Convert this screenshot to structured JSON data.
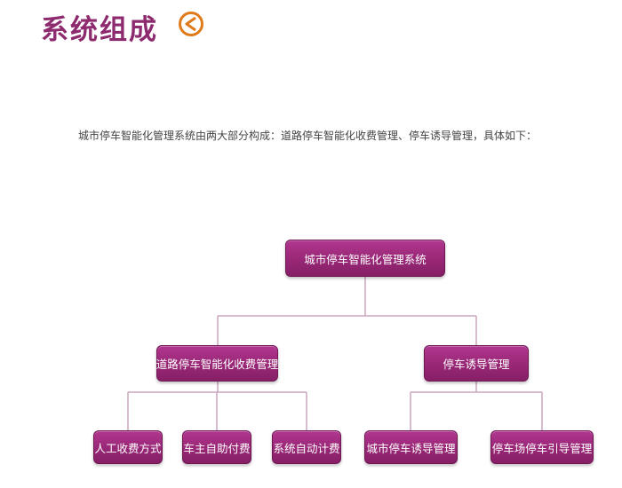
{
  "header": {
    "title": "系统组成",
    "icon": "circle-left-arrow-icon"
  },
  "intro": "城市停车智能化管理系统由两大部分构成：道路停车智能化收费管理、停车诱导管理，具体如下：",
  "colors": {
    "brand": "#8e2a6e",
    "node": "#9a2878",
    "connector": "#c9a6bc",
    "accent": "#e07a1a"
  },
  "diagram": {
    "root": "城市停车智能化管理系统",
    "branches": [
      {
        "label": "道路停车智能化收费管理",
        "children": [
          "人工收费方式",
          "车主自助付费",
          "系统自动计费"
        ]
      },
      {
        "label": "停车诱导管理",
        "children": [
          "城市停车诱导管理",
          "停车场停车引导管理"
        ]
      }
    ]
  }
}
